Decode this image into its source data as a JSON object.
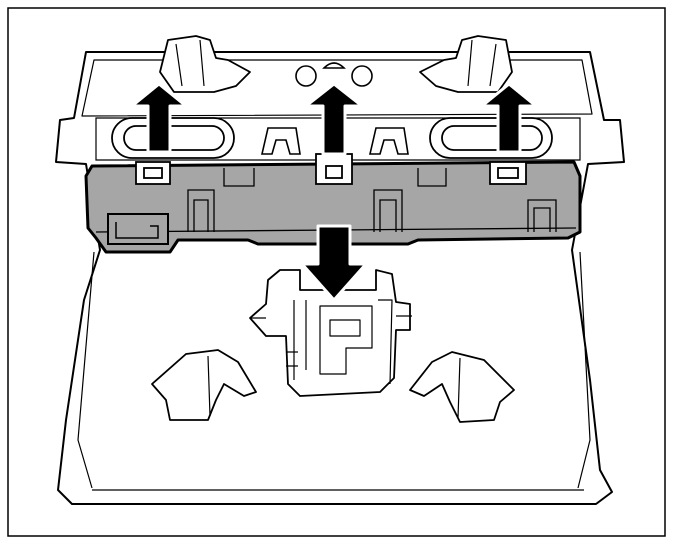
{
  "diagram": {
    "description_visible_text": "",
    "colors": {
      "line": "#000000",
      "fill": "#ffffff",
      "highlight_panel": "#a6a6a6",
      "arrow": "#000000"
    },
    "icons": {
      "upward_arrows": [
        "arrow-up-icon",
        "arrow-up-icon",
        "arrow-up-icon"
      ],
      "downward_arrow": "arrow-down-icon"
    },
    "parts": [
      "roof-headliner",
      "sun-visor-clip-left",
      "sun-visor-clip-right",
      "dome-light-opening",
      "grab-handle-recess-left",
      "grab-handle-recess-right",
      "overhead-console-panel",
      "console-retainer-clips",
      "overhead-console-bracket",
      "sun-visor-left",
      "sun-visor-right"
    ]
  }
}
